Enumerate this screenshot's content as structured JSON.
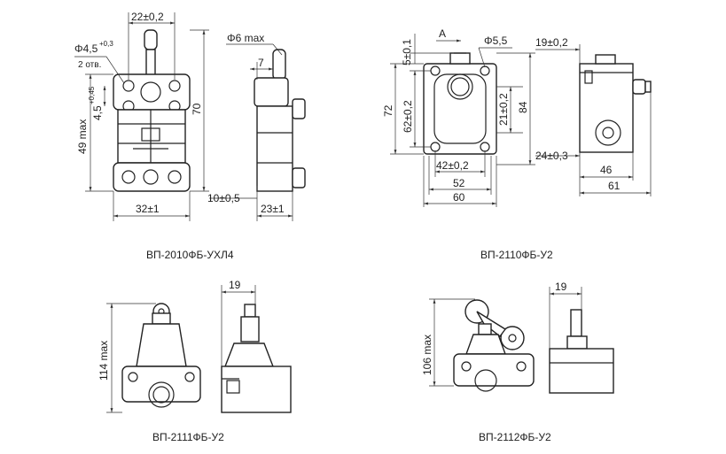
{
  "drawings": [
    {
      "caption": "ВП-2010ФБ-УХЛ4",
      "dims": {
        "top_width": "22±0,2",
        "hole_dia": "Φ4,5",
        "hole_tol": "+0,3",
        "hole_count": "2 отв.",
        "max_height": "49 max",
        "hole_step": "4,5",
        "hole_step_tol": "+0,45",
        "height": "70",
        "base_width": "32±1",
        "plunger_dia": "Φ6 max",
        "plunger_offset": "7",
        "base_offset": "10±0,5",
        "side_width": "23±1"
      }
    },
    {
      "caption": "ВП-2110ФБ-У2",
      "dims": {
        "view_label": "A",
        "top_offset": "5±0,1",
        "hole_dia": "Φ5,5",
        "height_total": "72",
        "height_holes": "62±0,2",
        "inner_height": "21±0,2",
        "height_84": "84",
        "hole_spacing": "42±0,2",
        "width_52": "52",
        "width_60": "60",
        "side_top": "19±0,2",
        "side_bottom": "24±0,3",
        "side_46": "46",
        "side_61": "61"
      }
    },
    {
      "caption": "ВП-2111ФБ-У2",
      "dims": {
        "max_height": "114 max",
        "roller_width": "19"
      }
    },
    {
      "caption": "ВП-2112ФБ-У2",
      "dims": {
        "max_height": "106 max",
        "roller_width": "19"
      }
    }
  ]
}
